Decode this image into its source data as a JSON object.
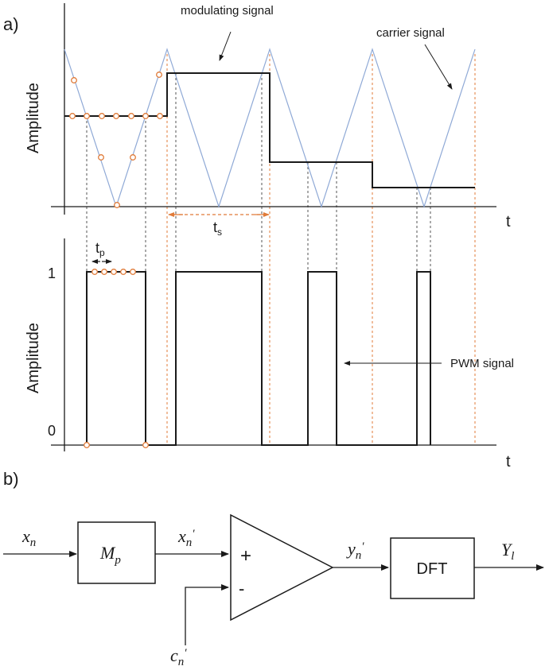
{
  "panel_a": {
    "tag": "a)",
    "modulating_label": "modulating signal",
    "carrier_label": "carrier signal",
    "ylabel_top": "Amplitude",
    "ylabel_bottom": "Amplitude",
    "taxis_top": "t",
    "taxis_bottom": "t",
    "ts_label": "t",
    "ts_sub": "s",
    "tp_label": "t",
    "tp_sub": "p",
    "level_one": "1",
    "level_zero": "0",
    "pwm_label": "PWM signal",
    "colors": {
      "carrier": "#8fa9d6",
      "signal": "#1a1a1a",
      "marker": "#e07b39",
      "guide": "#555555"
    }
  },
  "panel_b": {
    "tag": "b)",
    "input": {
      "base": "x",
      "sub": "n"
    },
    "block1": {
      "base": "M",
      "sub": "p"
    },
    "mid": {
      "base": "x",
      "sub": "n",
      "prime": "′"
    },
    "plus": "+",
    "minus": "-",
    "carrier": {
      "base": "c",
      "sub": "n",
      "prime": "′"
    },
    "out": {
      "base": "y",
      "sub": "n",
      "prime": "′"
    },
    "block2": "DFT",
    "final": {
      "base": "Y",
      "sub": "l"
    }
  }
}
